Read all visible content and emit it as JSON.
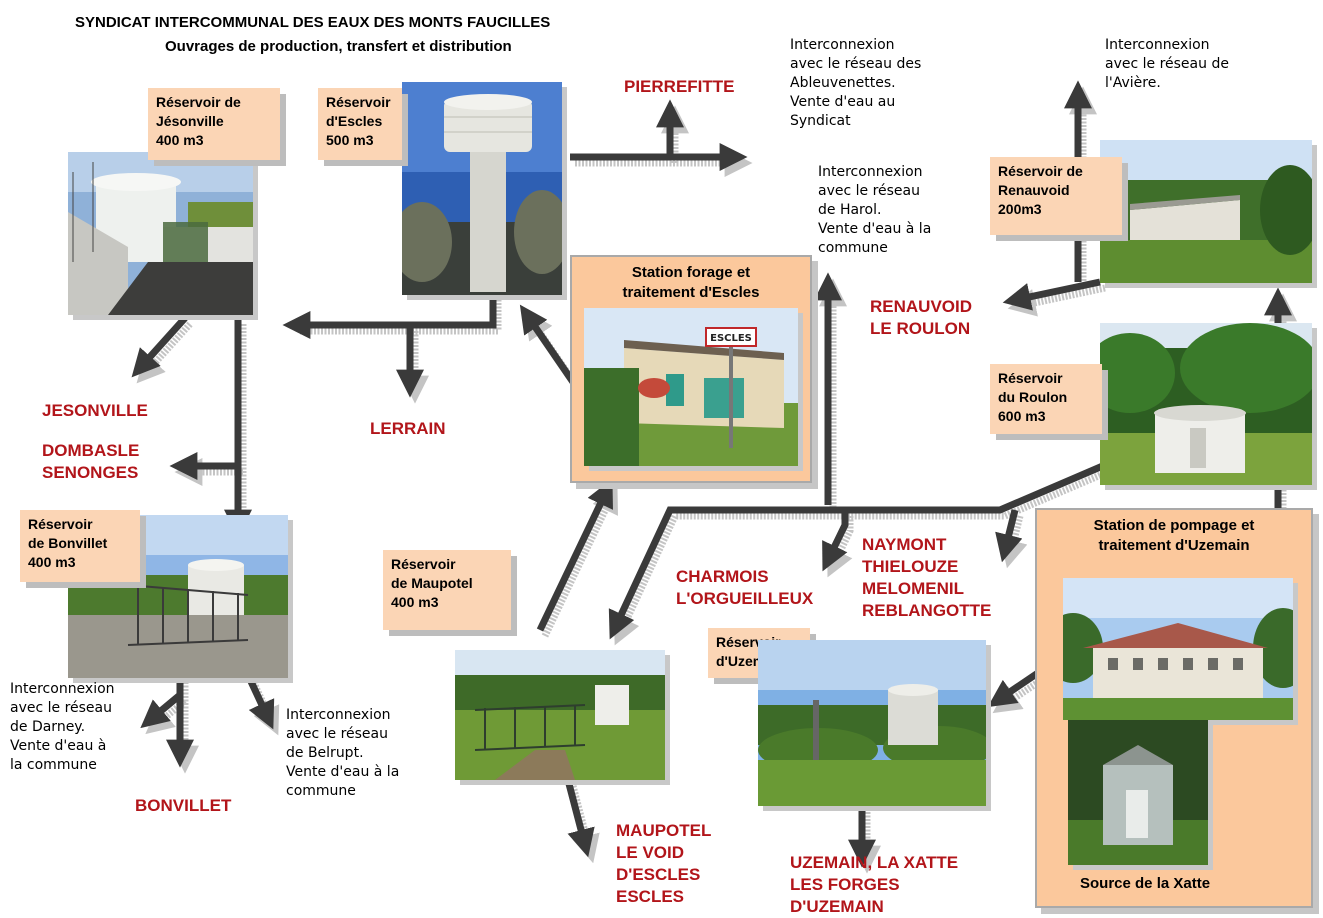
{
  "title": {
    "line1": "SYNDICAT INTERCOMMUNAL DES EAUX DES MONTS FAUCILLES",
    "line2": "Ouvrages de production, transfert et distribution"
  },
  "reservoirs": {
    "jesonville": [
      "Réservoir de",
      "Jésonville",
      "400 m3"
    ],
    "escles": [
      "Réservoir",
      "d'Escles",
      "500 m3"
    ],
    "renauvoid": [
      "Réservoir de",
      "Renauvoid",
      "200m3"
    ],
    "roulon": [
      "Réservoir",
      "du Roulon",
      "600 m3"
    ],
    "bonvillet": [
      "Réservoir",
      "de Bonvillet",
      "400 m3"
    ],
    "maupotel": [
      "Réservoir",
      "de Maupotel",
      "400 m3"
    ],
    "uzemain": [
      "Réservoir",
      "d'Uzemain"
    ]
  },
  "stations": {
    "escles": [
      "Station forage  et",
      "traitement d'Escles"
    ],
    "uzemain": [
      "Station de pompage  et",
      "traitement d'Uzemain"
    ],
    "source": "Source de la Xatte",
    "sign_text": "ESCLES"
  },
  "towns": {
    "pierrefitte": [
      "PIERREFITTE"
    ],
    "jesonville": [
      "JESONVILLE"
    ],
    "dombasle": [
      "DOMBASLE",
      "SENONGES"
    ],
    "lerrain": [
      "LERRAIN"
    ],
    "renauvoid": [
      "RENAUVOID",
      "LE ROULON"
    ],
    "charmois": [
      "CHARMOIS",
      "L'ORGUEILLEUX"
    ],
    "naymont": [
      "NAYMONT",
      "THIELOUZE",
      "MELOMENIL",
      "REBLANGOTTE"
    ],
    "bonvillet": [
      "BONVILLET"
    ],
    "maupotel": [
      "MAUPOTEL",
      "LE VOID",
      "D'ESCLES",
      "ESCLES"
    ],
    "uzemain": [
      "UZEMAIN, LA XATTE",
      "LES FORGES",
      "D'UZEMAIN"
    ]
  },
  "notes": {
    "ableuvenettes": [
      "Interconnexion",
      "avec le réseau des",
      "Ableuvenettes.",
      "Vente d'eau au",
      "Syndicat"
    ],
    "aviere": [
      "Interconnexion",
      "avec le réseau de",
      "l'Avière."
    ],
    "harol": [
      "Interconnexion",
      "avec le réseau",
      "de Harol.",
      "Vente d'eau à la",
      "commune"
    ],
    "darney": [
      "Interconnexion",
      "avec le réseau",
      "de Darney.",
      "Vente d'eau à",
      "la commune"
    ],
    "belrupt": [
      "Interconnexion",
      "avec le réseau",
      "de Belrupt.",
      "Vente d'eau à la",
      "commune"
    ]
  },
  "colors": {
    "label_fill": "#fbd5b5",
    "station_fill": "#fbc89c",
    "town_text": "#b2151a",
    "arrow": "#3a3a3a"
  }
}
